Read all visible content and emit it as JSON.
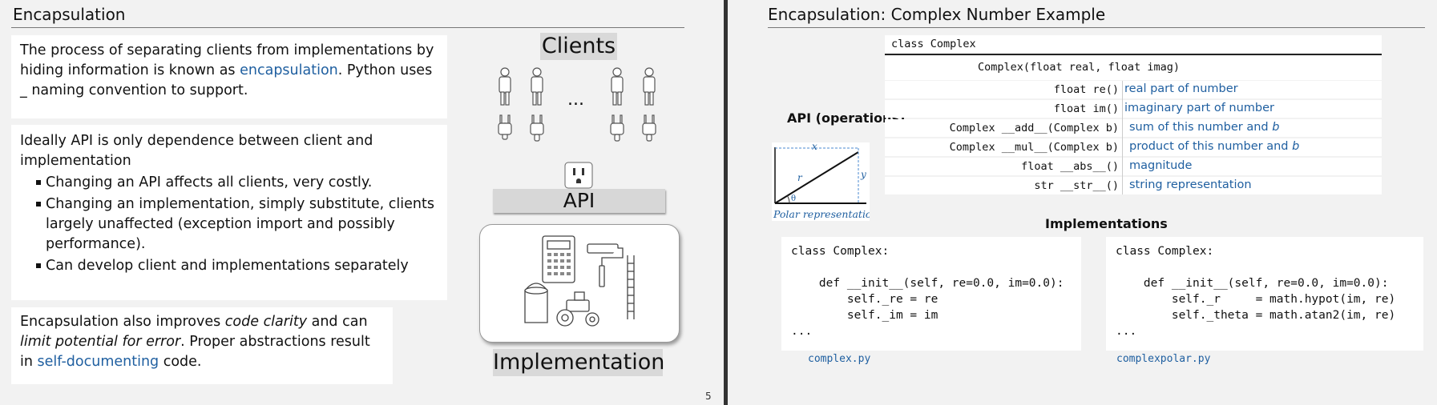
{
  "left": {
    "title": "Encapsulation",
    "para1": {
      "before": "The process of separating clients from implementations by hiding information is known as ",
      "highlight": "encapsulation",
      "after": ".   Python uses _ naming convention to support."
    },
    "para2": {
      "intro": "Ideally API is only dependence between client and implementation",
      "bullets": [
        "Changing an API affects all clients, very costly.",
        "Changing an implementation, simply substitute, clients largely unaffected (exception import and possibly performance).",
        "Can develop client and implementations separately"
      ]
    },
    "para3": {
      "p1": "Encapsulation also improves ",
      "em1": "code clarity",
      "p2": " and can ",
      "em2": "limit potential for error",
      "p3": ".  Proper abstractions result in ",
      "highlight": "self-documenting",
      "p4": " code."
    },
    "diagram": {
      "clients_label": "Clients",
      "ellipsis": "...",
      "api_label": "API",
      "implementation_label": "Implementation"
    },
    "page_number": "5"
  },
  "right": {
    "title": "Encapsulation: Complex Number Example",
    "class_header": "class Complex",
    "constructor": "Complex(float real, float imag)",
    "api_label": "API (operations)",
    "methods": [
      {
        "sig": "float re()",
        "desc": "real part of  number",
        "var": ""
      },
      {
        "sig": "float im()",
        "desc": "imaginary part of number",
        "var": ""
      },
      {
        "sig": "Complex __add__(Complex b)",
        "desc": "sum of this number and ",
        "var": "b"
      },
      {
        "sig": "Complex __mul__(Complex b)",
        "desc": "product of this number and ",
        "var": "b"
      },
      {
        "sig": "float __abs__()",
        "desc": "magnitude",
        "var": ""
      },
      {
        "sig": "str __str__()",
        "desc": "string representation",
        "var": ""
      }
    ],
    "polar": {
      "caption": "Polar representation",
      "x": "x",
      "y": "y",
      "r": "r",
      "theta": "θ"
    },
    "implementations_label": "Implementations",
    "impl1": {
      "code": "class Complex:\n\n    def __init__(self, re=0.0, im=0.0):\n        self._re = re\n        self._im = im\n...",
      "file": "complex.py"
    },
    "impl2": {
      "code": "class Complex:\n\n    def __init__(self, re=0.0, im=0.0):\n        self._r     = math.hypot(im, re)\n        self._theta = math.atan2(im, re)\n...",
      "file": "complexpolar.py"
    }
  }
}
